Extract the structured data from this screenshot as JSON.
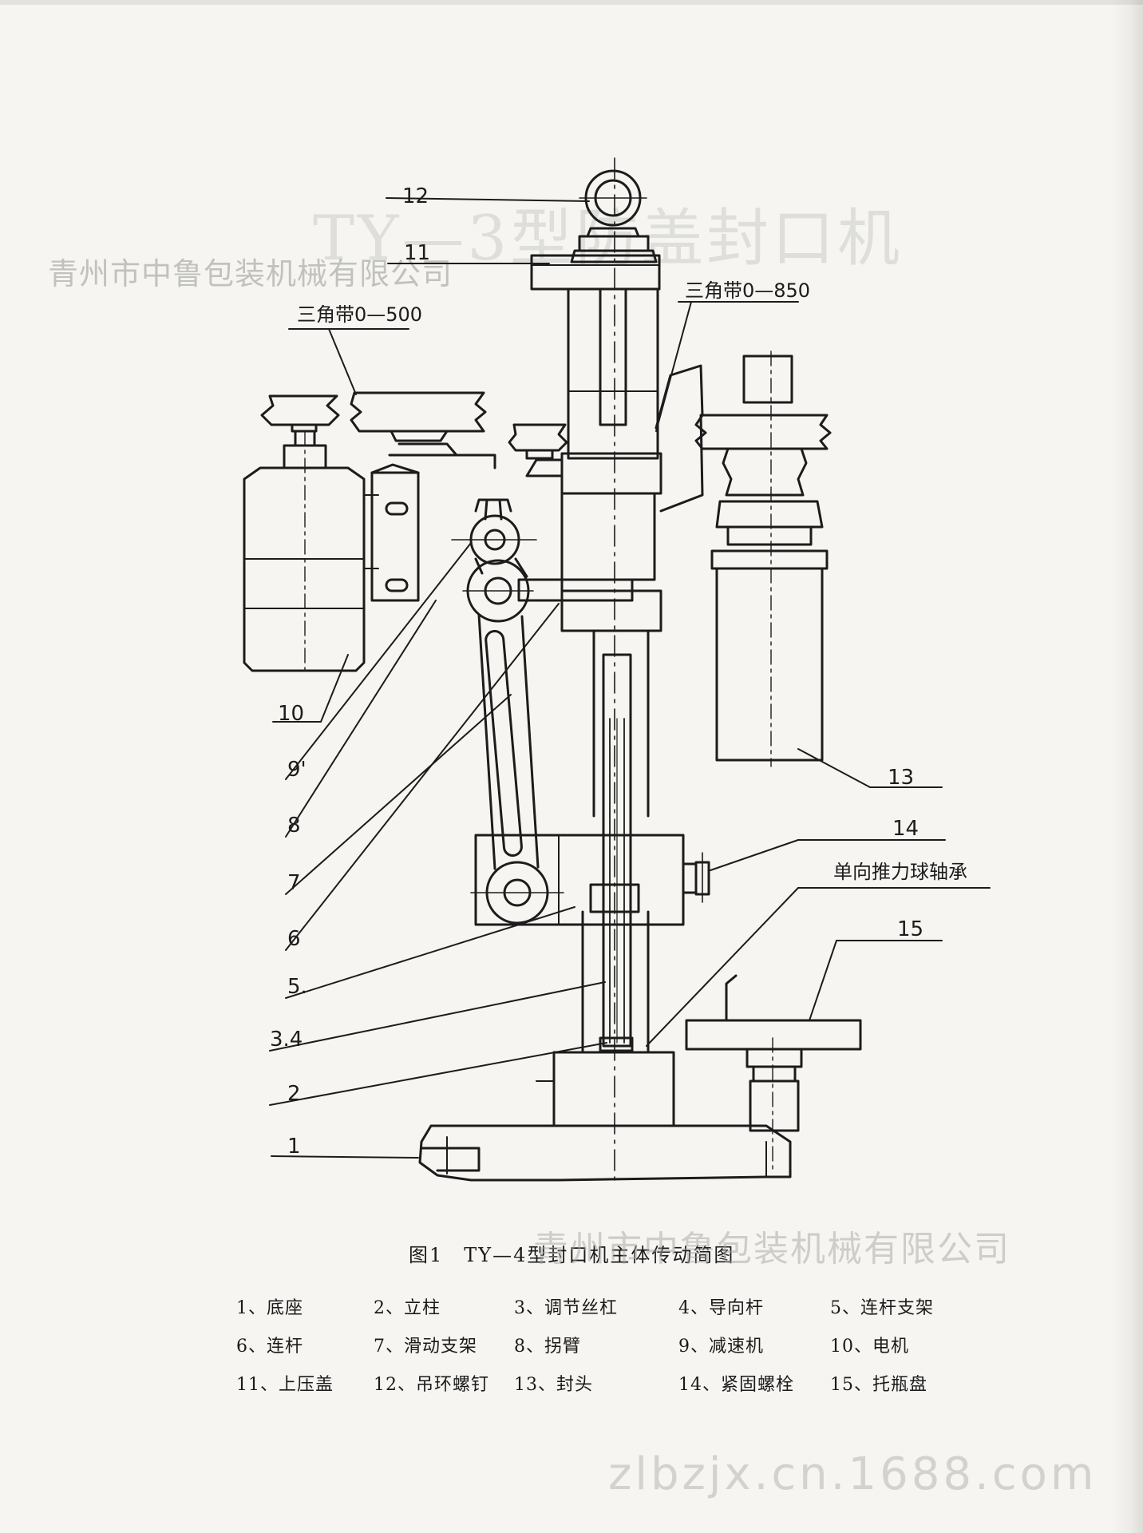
{
  "watermarks": {
    "top_company": "青州市中鲁包装机械有限公司",
    "ghost_title": "TY—3型防盖封口机",
    "caption_overlay": "青州市中鲁包装机械有限公司",
    "bottom_url": "zlbzjx.cn.1688.com"
  },
  "callouts": {
    "belt_500": "三角带0—500",
    "belt_850": "三角带0—850",
    "bearing": "单向推力球轴承",
    "n12": "12",
    "n11": "11",
    "n10": "10",
    "n9": "9'",
    "n8": "8",
    "n7": "7",
    "n6": "6",
    "n5": "5.",
    "n34": "3.4",
    "n2": "2",
    "n1": "1",
    "n13": "13",
    "n14": "14",
    "n15": "15"
  },
  "caption": "图1　TY—4型封口机主体传动简图",
  "legend": [
    "1、底座",
    "2、立柱",
    "3、调节丝杠",
    "4、导向杆",
    "5、连杆支架",
    "6、连杆",
    "7、滑动支架",
    "8、拐臂",
    "9、减速机",
    "10、电机",
    "11、上压盖",
    "12、吊环螺钉",
    "13、封头",
    "14、紧固螺栓",
    "15、托瓶盘"
  ]
}
